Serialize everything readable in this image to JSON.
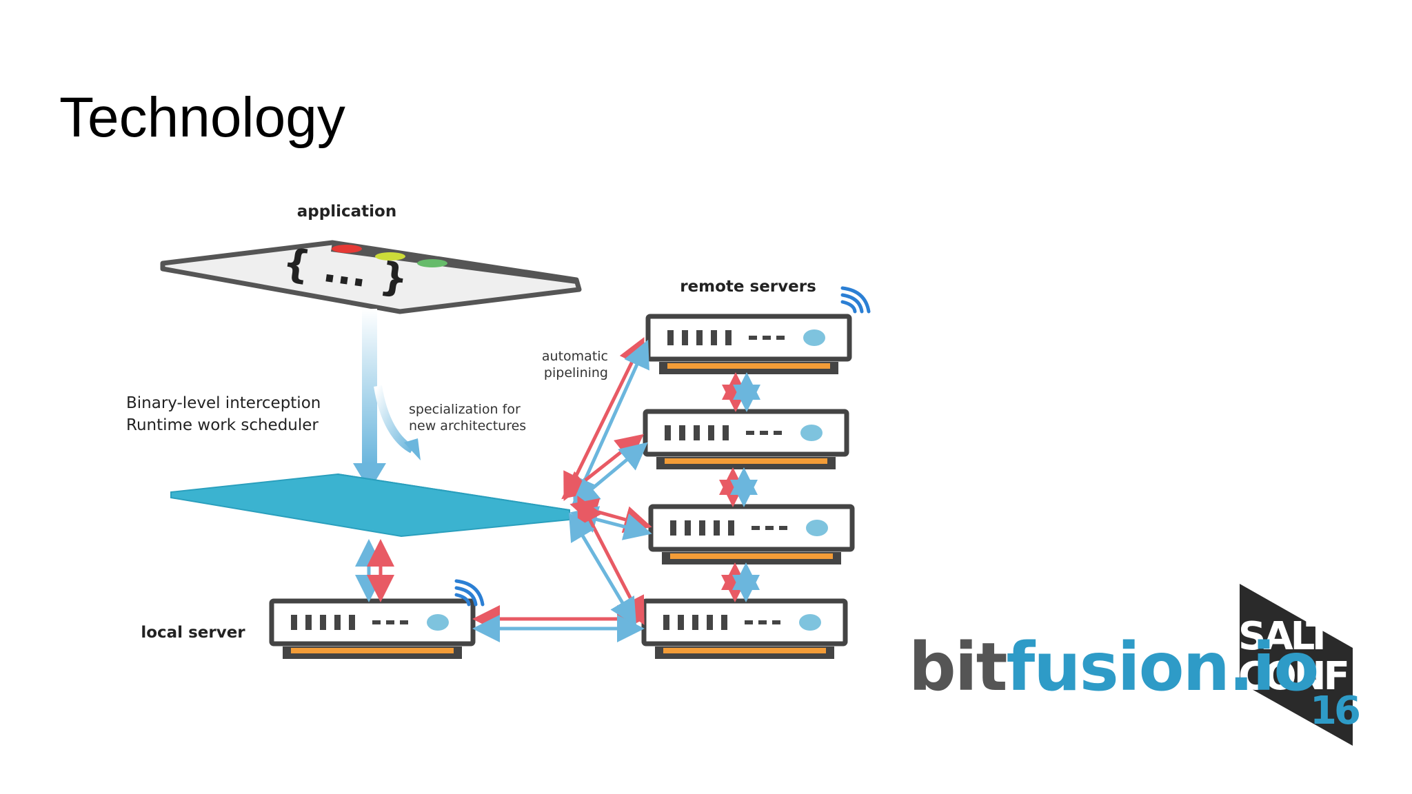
{
  "slide": {
    "title": "Technology"
  },
  "diagram": {
    "application_label": "application",
    "app_window_code_glyph": "{ ... }",
    "app_window_dot_colors": [
      "#e53935",
      "#cddc39",
      "#66bb6a"
    ],
    "interception_line1": "Binary-level interception",
    "interception_line2": "Runtime work scheduler",
    "specialization_line1": "specialization for",
    "specialization_line2": "new architectures",
    "pipelining_line1": "automatic",
    "pipelining_line2": "pipelining",
    "remote_servers_label": "remote servers",
    "local_server_label": "local server",
    "colors": {
      "platform": "#3bb3d0",
      "server_stripe": "#f39c37",
      "server_led": "#7ec3de",
      "arrow_red": "#e85a64",
      "arrow_blue": "#6bb6dd",
      "wifi": "#2b7fd4"
    }
  },
  "branding": {
    "logo_part1": "bit",
    "logo_part2": "fusion.io",
    "conf_line1": "SALT",
    "conf_line2": "CONF",
    "conf_line3": "16"
  }
}
